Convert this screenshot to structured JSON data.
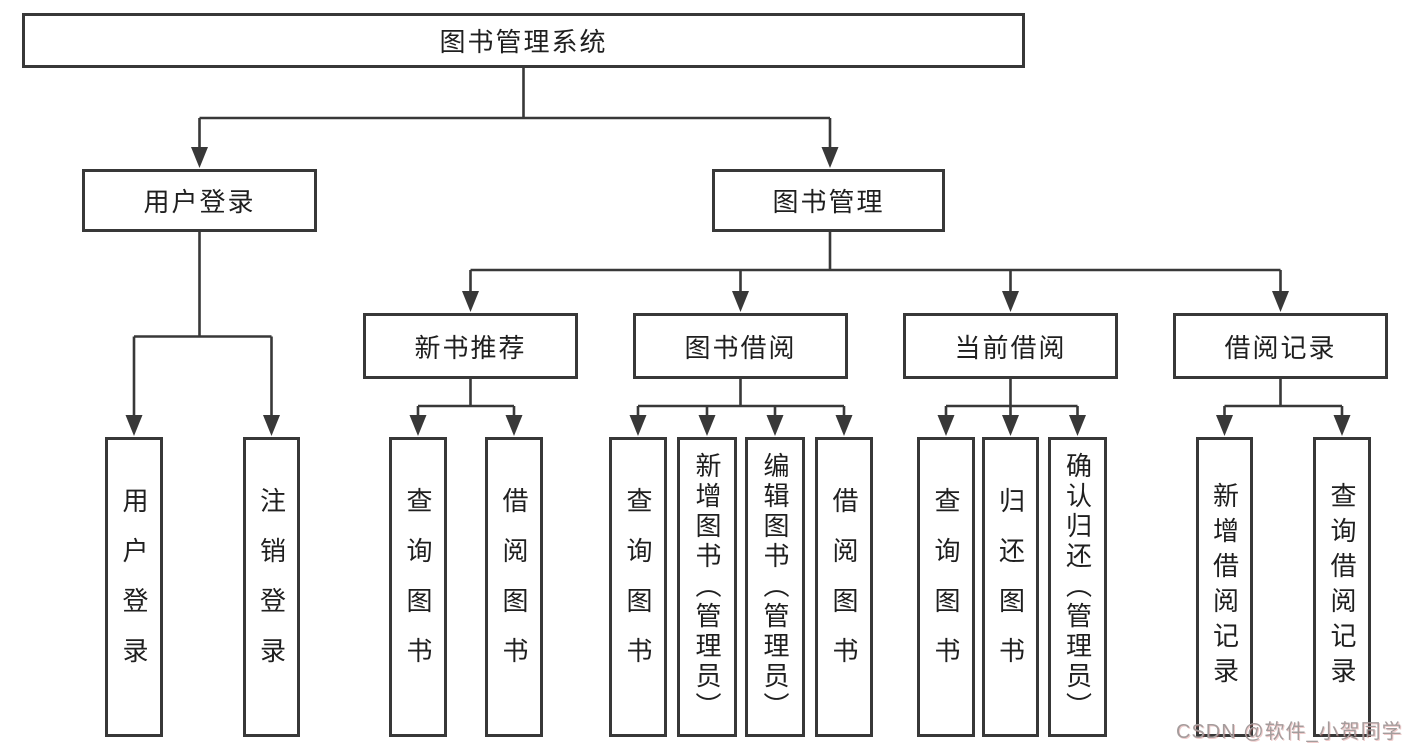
{
  "diagram": {
    "root": {
      "label": "图书管理系统"
    },
    "level2": [
      {
        "id": "user-login",
        "label": "用户登录"
      },
      {
        "id": "book-management",
        "label": "图书管理"
      }
    ],
    "level3": [
      {
        "id": "new-book-recommend",
        "label": "新书推荐",
        "parent": "book-management"
      },
      {
        "id": "book-borrow",
        "label": "图书借阅",
        "parent": "book-management"
      },
      {
        "id": "current-borrow",
        "label": "当前借阅",
        "parent": "book-management"
      },
      {
        "id": "borrow-records",
        "label": "借阅记录",
        "parent": "book-management"
      }
    ],
    "leaves": [
      {
        "label": "用户登录",
        "parent": "user-login"
      },
      {
        "label": "注销登录",
        "parent": "user-login"
      },
      {
        "label": "查询图书",
        "parent": "new-book-recommend"
      },
      {
        "label": "借阅图书",
        "parent": "new-book-recommend"
      },
      {
        "label": "查询图书",
        "parent": "book-borrow"
      },
      {
        "label": "新增图书（管理员）",
        "parent": "book-borrow"
      },
      {
        "label": "编辑图书（管理员）",
        "parent": "book-borrow"
      },
      {
        "label": "借阅图书",
        "parent": "book-borrow"
      },
      {
        "label": "查询图书",
        "parent": "current-borrow"
      },
      {
        "label": "归还图书",
        "parent": "current-borrow"
      },
      {
        "label": "确认归还（管理员）",
        "parent": "current-borrow"
      },
      {
        "label": "新增借阅记录",
        "parent": "borrow-records"
      },
      {
        "label": "查询借阅记录",
        "parent": "borrow-records"
      }
    ],
    "watermark": "CSDN @软件_小贺同学",
    "colors": {
      "line": "#383838",
      "box_border": "#383838",
      "text": "#1f1f1f",
      "background": "#ffffff",
      "watermark": "#a49c9c"
    }
  }
}
